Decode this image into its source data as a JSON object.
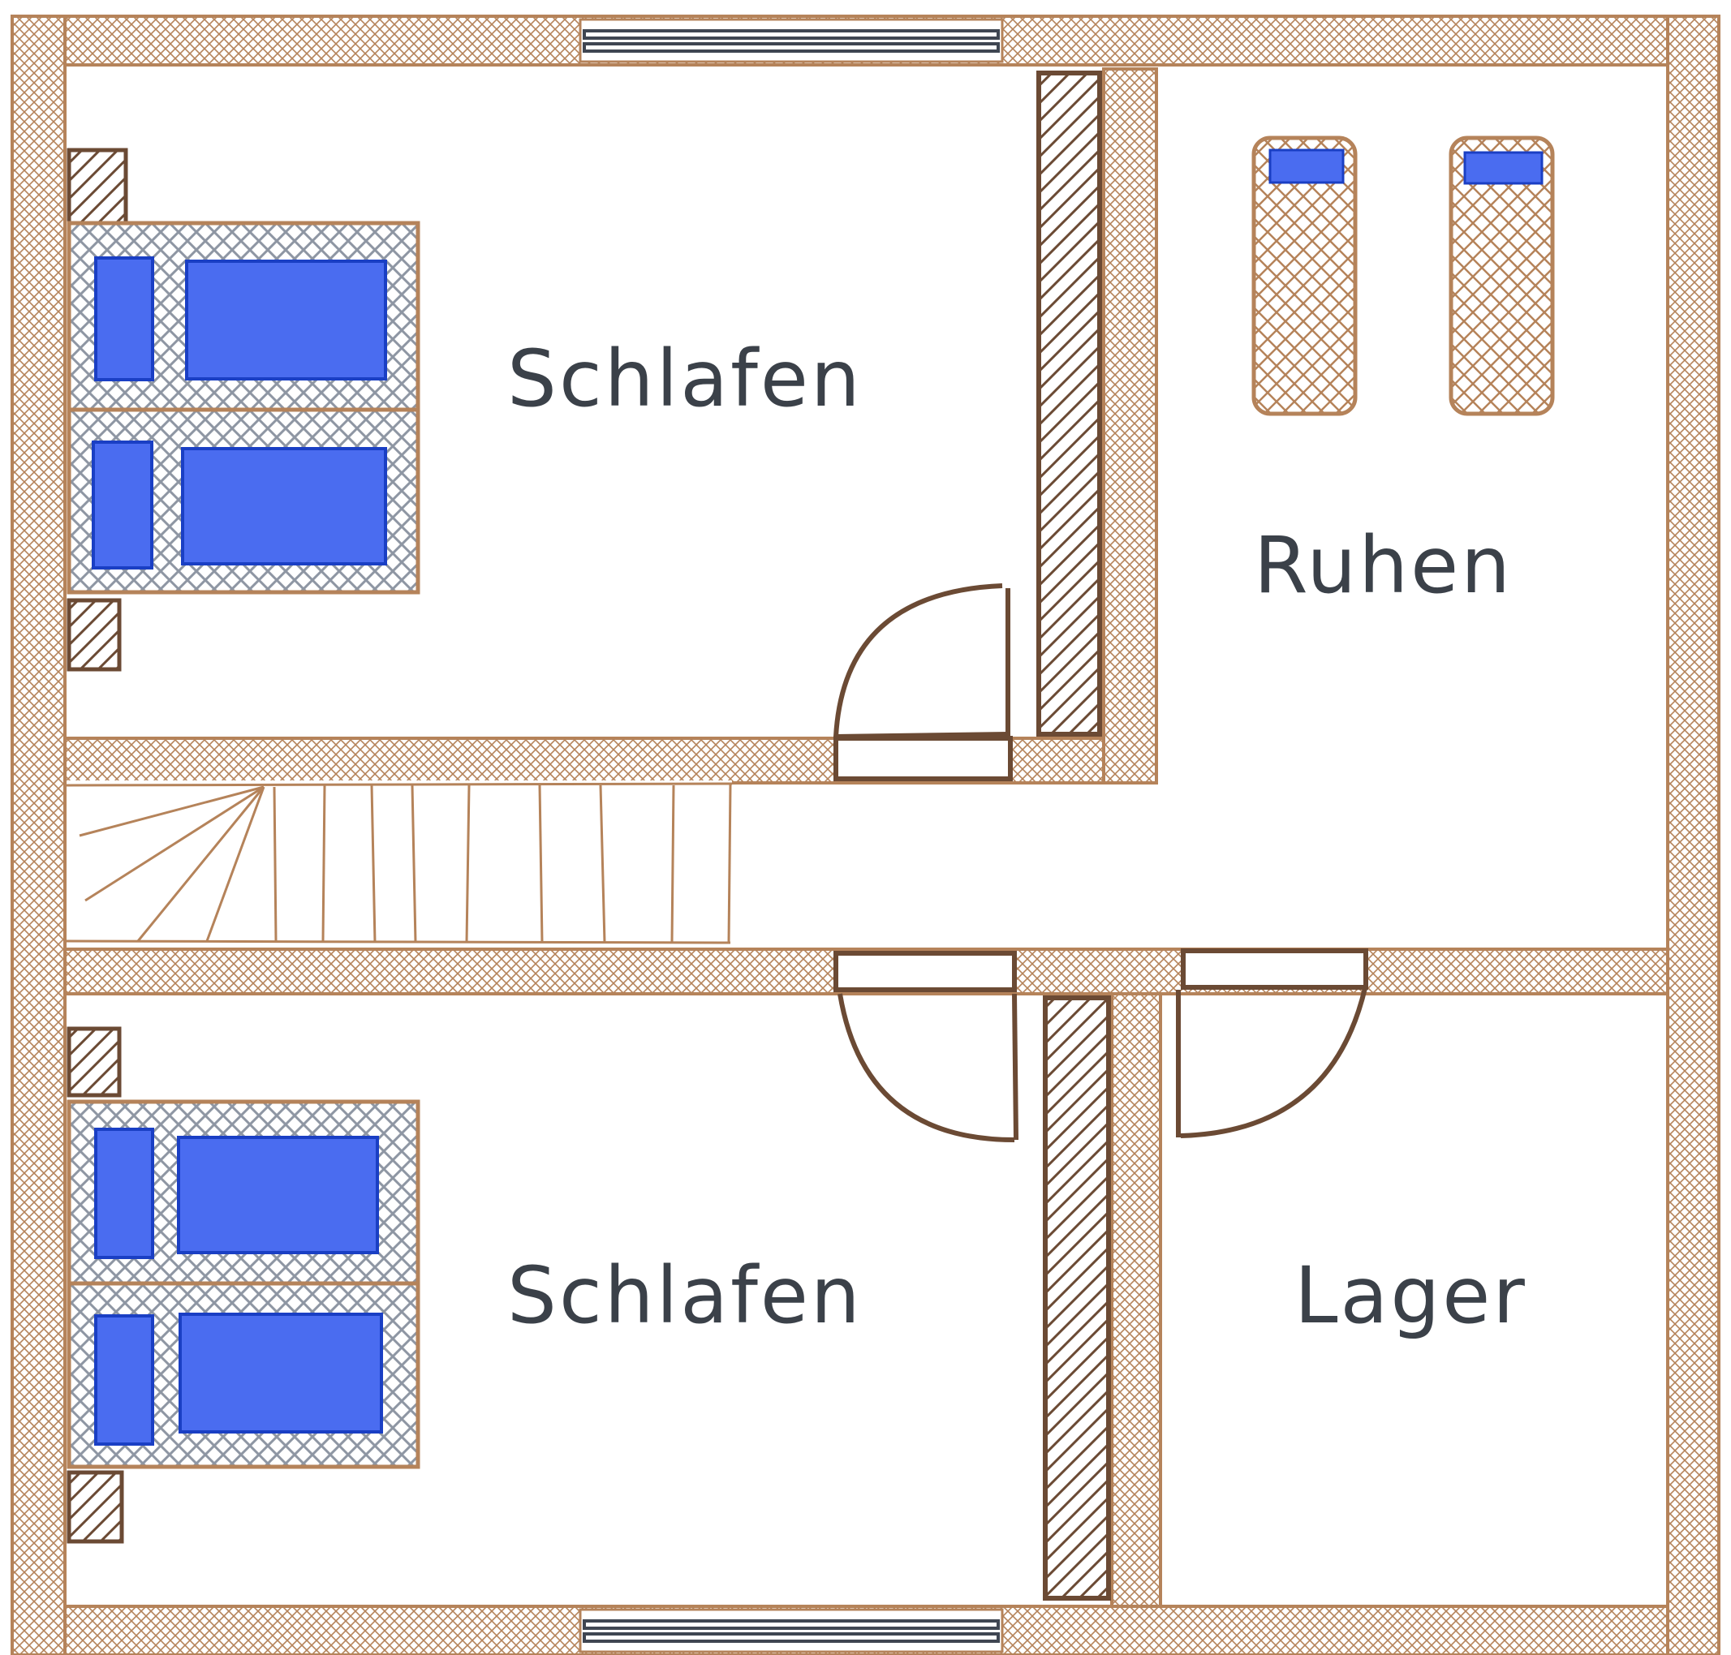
{
  "colors": {
    "wall": "#b5835a",
    "wall_dark": "#6b4a34",
    "furniture_frame": "#b5835a",
    "bed_blue": "#4a6cf0",
    "bed_blue_stroke": "#1a3fc4",
    "mesh_gray": "#8e96a3",
    "window_dark": "#3f4652",
    "label": "#3b4149"
  },
  "rooms": [
    {
      "id": "schlafen-top",
      "label": "Schlafen"
    },
    {
      "id": "ruhen",
      "label": "Ruhen"
    },
    {
      "id": "schlafen-bottom",
      "label": "Schlafen"
    },
    {
      "id": "lager",
      "label": "Lager"
    }
  ]
}
